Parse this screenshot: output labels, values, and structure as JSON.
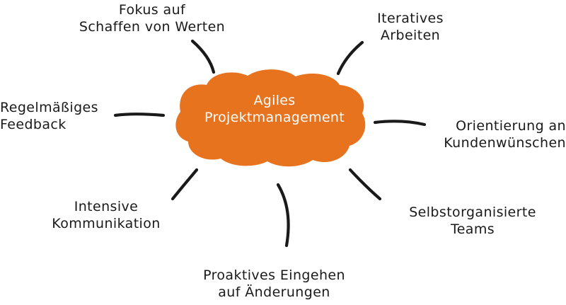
{
  "colors": {
    "accent": "#e8731f",
    "line": "#1a1a1a",
    "text": "#1a1a1a",
    "center_text": "#ffffff"
  },
  "center": {
    "lines": [
      "Agiles",
      "Projektmanagement"
    ]
  },
  "nodes": {
    "fokus": {
      "lines": [
        "Fokus auf",
        "Schaffen von Werten"
      ]
    },
    "iterativ": {
      "lines": [
        "Iteratives",
        "Arbeiten"
      ]
    },
    "regelmaessig": {
      "lines": [
        "Regelmäßiges",
        "Feedback"
      ]
    },
    "orientierung": {
      "lines": [
        "Orientierung an",
        "Kundenwünschen"
      ]
    },
    "intensiv": {
      "lines": [
        "Intensive",
        "Kommunikation"
      ]
    },
    "selbstorganisiert": {
      "lines": [
        "Selbstorganisierte",
        "Teams"
      ]
    },
    "proaktiv": {
      "lines": [
        "Proaktives Eingehen",
        "auf Änderungen"
      ]
    }
  }
}
